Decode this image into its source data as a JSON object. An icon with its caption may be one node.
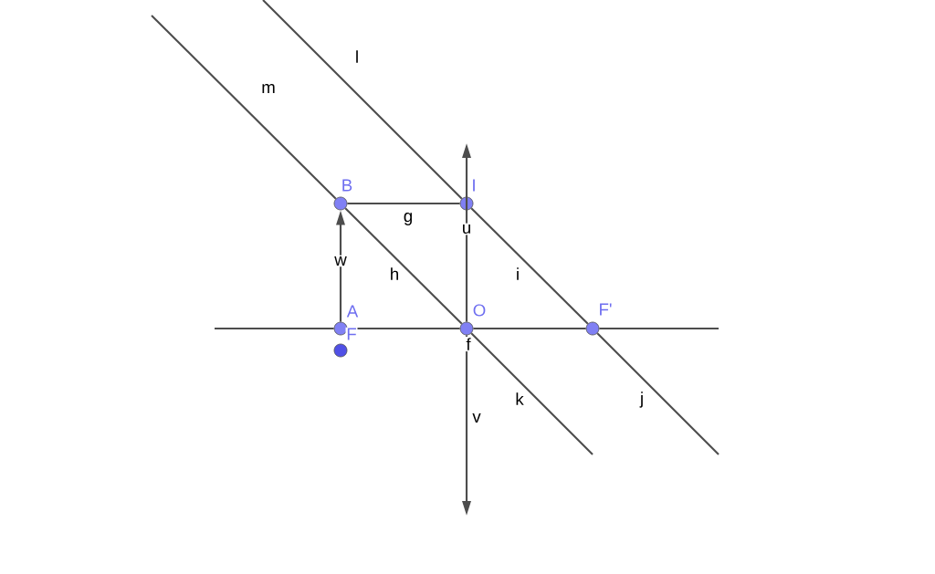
{
  "diagram": {
    "nodes": [
      {
        "text": [
          "B"
        ]
      },
      {
        "text": [
          "I"
        ]
      },
      {
        "text": [
          "A"
        ]
      },
      {
        "text": [
          "O"
        ]
      },
      {
        "text": [
          "F'"
        ]
      },
      {
        "text": [
          "F"
        ]
      }
    ],
    "edges": [
      {
        "from": null,
        "to": 0,
        "arrow": "none",
        "label": "m"
      },
      {
        "from": null,
        "to": 1,
        "arrow": "none",
        "label": "l"
      },
      {
        "from": 2,
        "to": 0,
        "arrow": "to",
        "label": "w"
      },
      {
        "from": 0,
        "to": 1,
        "arrow": "none",
        "label": "g"
      },
      {
        "from": 0,
        "to": 3,
        "arrow": "none",
        "label": "h"
      },
      {
        "from": 1,
        "to": 4,
        "arrow": "none",
        "label": "i"
      },
      {
        "from": 3,
        "to": null,
        "arrow": "none",
        "label": "k"
      },
      {
        "from": 4,
        "to": null,
        "arrow": "none",
        "label": "j"
      },
      {
        "from": 3,
        "to": null,
        "arrow": "to",
        "label": "u"
      },
      {
        "from": 3,
        "to": null,
        "arrow": "to",
        "label": "v"
      },
      {
        "from": null,
        "to": 2,
        "arrow": "none"
      },
      {
        "from": 2,
        "to": 3,
        "arrow": "none",
        "label": "f"
      },
      {
        "from": 3,
        "to": 4,
        "arrow": "none"
      },
      {
        "from": 4,
        "to": null,
        "arrow": "none"
      }
    ]
  }
}
